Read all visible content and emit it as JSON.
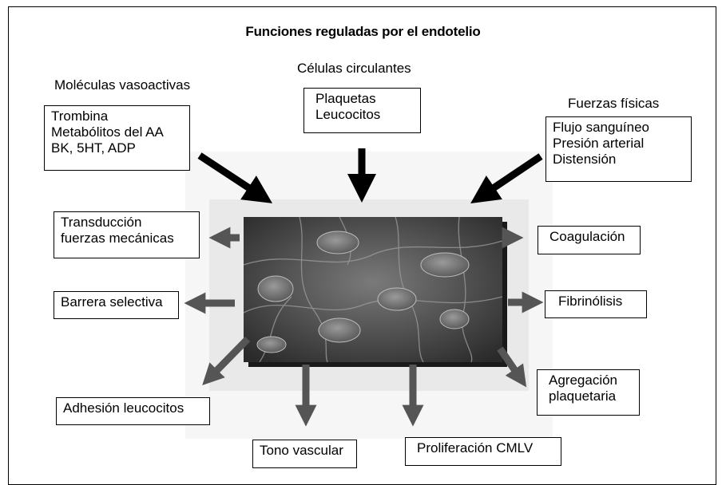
{
  "title": "Funciones reguladas por el endotelio",
  "categories": {
    "molecular": "Moléculas vasoactivas",
    "cells": "Células circulantes",
    "forces": "Fuerzas físicas"
  },
  "inputs": {
    "molecular": [
      "Trombina",
      "Metabólitos del AA",
      "BK, 5HT, ADP"
    ],
    "cells": [
      "Plaquetas",
      "Leucocitos"
    ],
    "forces": [
      "Flujo sanguíneo",
      "Presión arterial",
      "Distensión"
    ]
  },
  "outputs": {
    "transduccion": [
      "Transducción",
      "fuerzas mecánicas"
    ],
    "barrera": "Barrera selectiva",
    "adhesion": "Adhesión leucocitos",
    "tono": "Tono vascular",
    "proliferacion": "Proliferación CMLV",
    "coagulacion": "Coagulación",
    "fibrinolisis": "Fibrinólisis",
    "agregacion": [
      "Agregación",
      "plaquetaria"
    ]
  },
  "colors": {
    "input_arrow": "#000000",
    "output_arrow": "#555555",
    "background": "#ffffff"
  }
}
